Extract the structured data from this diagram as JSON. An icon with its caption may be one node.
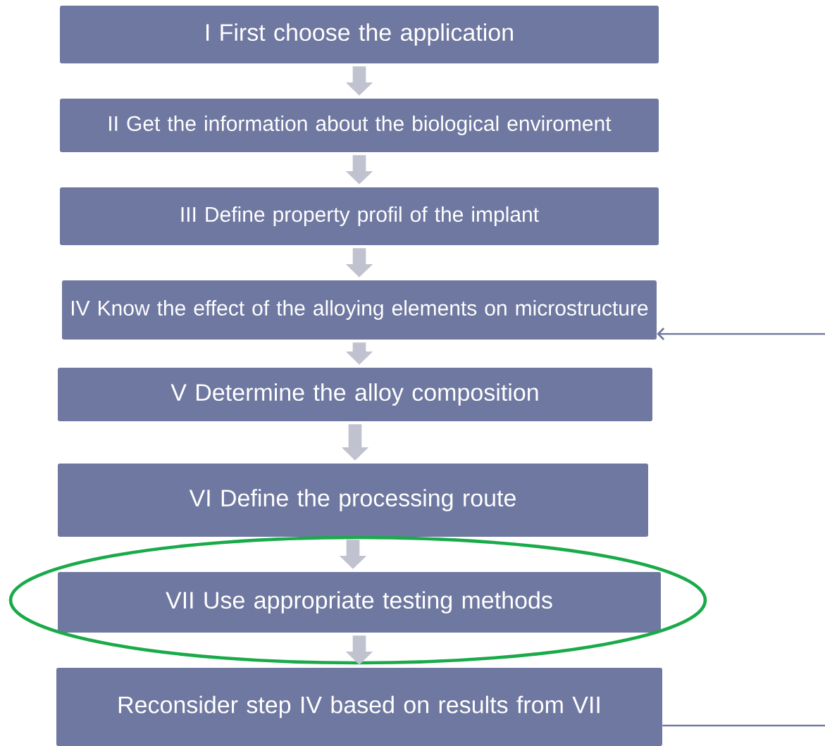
{
  "diagram": {
    "nodes": [
      {
        "text": [
          "I First choose the application"
        ]
      },
      {
        "text": [
          "II Get the information about the biological enviroment"
        ]
      },
      {
        "text": [
          "III Define property profil of the implant"
        ]
      },
      {
        "text": [
          "IV Know the effect of the alloying elements on microstructure"
        ]
      },
      {
        "text": [
          "V Determine the alloy composition"
        ]
      },
      {
        "text": [
          "VI Define the processing route"
        ]
      },
      {
        "text": [
          "VII Use appropriate testing methods"
        ]
      },
      {
        "text": [
          "Reconsider step IV based on results from VII"
        ]
      }
    ],
    "edges": [
      {
        "from": 0,
        "to": 1,
        "arrow": "to"
      },
      {
        "from": 1,
        "to": 2,
        "arrow": "to"
      },
      {
        "from": 2,
        "to": 3,
        "arrow": "to"
      },
      {
        "from": 3,
        "to": 4,
        "arrow": "to"
      },
      {
        "from": 4,
        "to": 5,
        "arrow": "to"
      },
      {
        "from": 5,
        "to": 6,
        "arrow": "to"
      },
      {
        "from": 6,
        "to": 7,
        "arrow": "to"
      },
      {
        "from": 7,
        "to": null,
        "arrow": "none",
        "color": "#6f78a0"
      },
      {
        "from": null,
        "to": 3,
        "arrow": "to",
        "color": "#6f78a0"
      }
    ]
  }
}
